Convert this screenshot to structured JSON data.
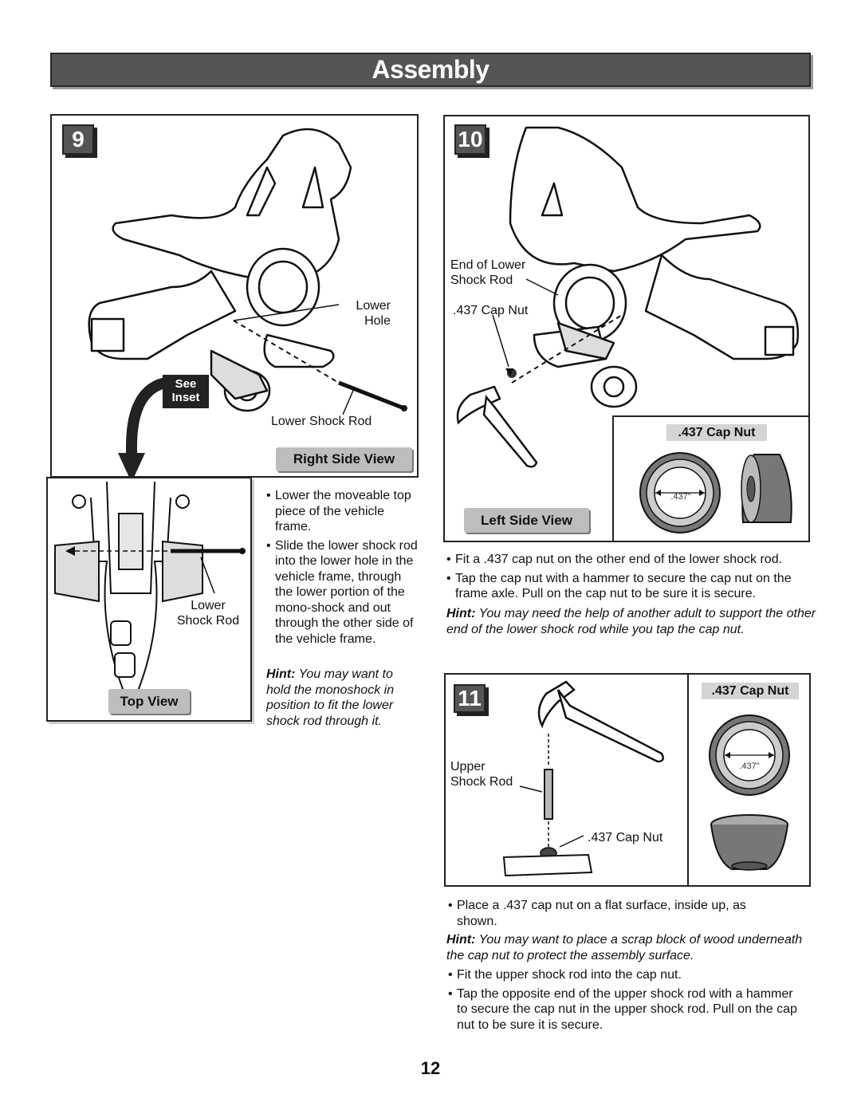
{
  "header": {
    "title": "Assembly"
  },
  "step9": {
    "number": "9",
    "callouts": {
      "lower_hole": "Lower\nHole",
      "lower_shock_rod": "Lower Shock Rod",
      "see_inset": "See\nInset"
    },
    "view_label": "Right Side View",
    "inset": {
      "callout": "Lower\nShock Rod",
      "view_label": "Top View"
    },
    "bullets": [
      "Lower the moveable top piece of the vehicle frame.",
      "Slide the lower shock rod into the lower hole in the vehicle frame, through the lower portion of the mono-shock and out through the other side of the vehicle frame."
    ],
    "hint_label": "Hint:",
    "hint_text": " You may want to hold the monoshock in position to fit the lower shock rod through it."
  },
  "step10": {
    "number": "10",
    "callouts": {
      "end_of_lower_shock_rod": "End of Lower\nShock Rod",
      "cap_nut": ".437 Cap Nut"
    },
    "view_label": "Left Side View",
    "inset_caption": ".437 Cap Nut",
    "inset_mark": ".437\"",
    "bullets": [
      "Fit a .437 cap nut on the other end of the lower shock rod.",
      "Tap the cap nut with a hammer to secure the cap nut on the frame axle. Pull on the cap nut to be sure it is secure."
    ],
    "hint_label": "Hint:",
    "hint_text": " You may need the help of another adult to support the other end of the lower shock rod while you tap the cap nut."
  },
  "step11": {
    "number": "11",
    "callouts": {
      "upper_shock_rod": "Upper\nShock Rod",
      "cap_nut": ".437 Cap Nut"
    },
    "inset_caption": ".437 Cap Nut",
    "inset_mark": ".437\"",
    "bullets_top": [
      "Place a .437 cap nut on a flat surface, inside up, as shown."
    ],
    "hint_label": "Hint:",
    "hint_text": " You may want to place a scrap block of wood underneath the cap nut to protect the assembly surface.",
    "bullets_bottom": [
      "Fit the upper shock rod into the cap nut.",
      "Tap the opposite end of the upper shock rod with a hammer to secure the cap nut in the upper shock rod. Pull on the cap nut to be sure it is secure."
    ]
  },
  "footer": {
    "page_number": "12"
  }
}
